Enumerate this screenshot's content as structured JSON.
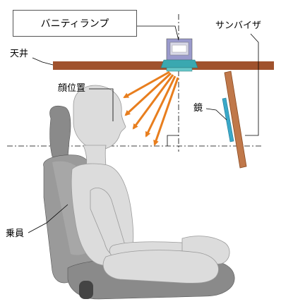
{
  "labels": {
    "vanity_lamp": "バニティランプ",
    "sun_visor": "サンバイザ",
    "ceiling": "天井",
    "face_position": "顔位置",
    "mirror": "鏡",
    "occupant": "乗員"
  },
  "colors": {
    "ceiling": "#a0522d",
    "visor": "#c0784a",
    "mirror": "#3aa8c8",
    "light_rays": "#e87e1e",
    "lamp_body": "#8a8ab8",
    "lamp_base": "#2ea8a8",
    "mannequin": "#d9d9d9",
    "seat": "#7a7a7a"
  },
  "icons": [
    "vanity-lamp-icon",
    "seat-icon",
    "occupant-figure-icon"
  ]
}
